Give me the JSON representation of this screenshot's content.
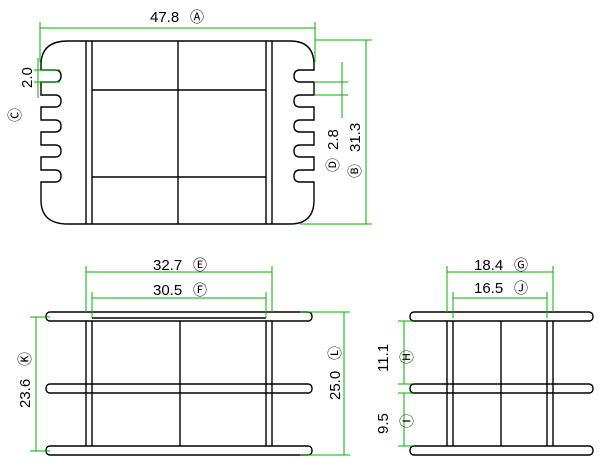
{
  "colors": {
    "part": "#000000",
    "dimension": "#00b000",
    "background": "#ffffff"
  },
  "top_view": {
    "A": {
      "value": "47.8",
      "tag": "Ⓐ"
    },
    "B": {
      "value": "31.3",
      "tag": "Ⓑ"
    },
    "C": {
      "value": "2.0",
      "tag": "Ⓒ"
    },
    "D": {
      "value": "2.8",
      "tag": "Ⓓ"
    }
  },
  "front_view": {
    "E": {
      "value": "32.7",
      "tag": "Ⓔ"
    },
    "F": {
      "value": "30.5",
      "tag": "Ⓕ"
    },
    "K": {
      "value": "23.6",
      "tag": "Ⓚ"
    },
    "L": {
      "value": "25.0",
      "tag": "Ⓛ"
    }
  },
  "side_view": {
    "G": {
      "value": "18.4",
      "tag": "Ⓖ"
    },
    "J": {
      "value": "16.5",
      "tag": "Ⓙ"
    },
    "H": {
      "value": "11.1",
      "tag": "Ⓗ"
    },
    "I": {
      "value": "9.5",
      "tag": "Ⓘ"
    }
  }
}
